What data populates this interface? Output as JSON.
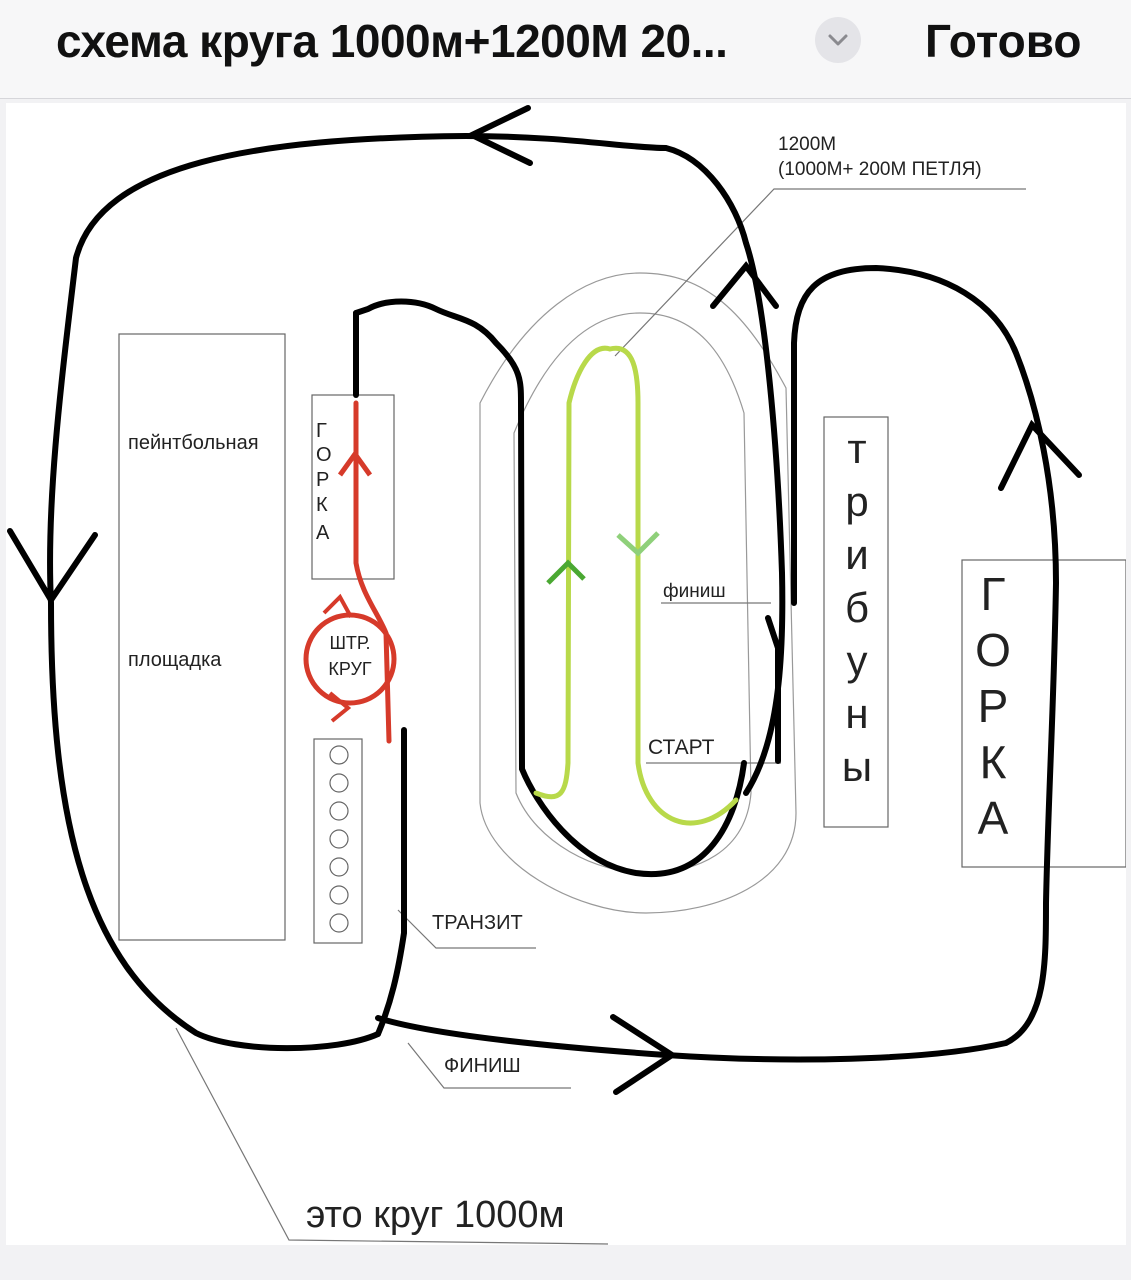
{
  "header": {
    "title": "схема круга 1000м+1200М 20...",
    "done_label": "Готово"
  },
  "map": {
    "label_1200": "1200М",
    "label_1200_sub": "(1000М+ 200М ПЕТЛЯ)",
    "paintball_1": "пейнтбольная",
    "paintball_2": "площадка",
    "hill_small": [
      "Г",
      "О",
      "Р",
      "К",
      "А"
    ],
    "penalty_1": "ШТР.",
    "penalty_2": "КРУГ",
    "finish_inner": "финиш",
    "start": "СТАРТ",
    "stands": [
      "т",
      "р",
      "и",
      "б",
      "у",
      "н",
      "ы"
    ],
    "hill_big": [
      "Г",
      "О",
      "Р",
      "К",
      "А"
    ],
    "transit": "ТРАНЗИТ",
    "finish_outer": "ФИНИШ",
    "loop_1000": "это круг 1000м"
  },
  "colors": {
    "track_black": "#000000",
    "penalty_red": "#d63a2a",
    "loop_green": "#b8d94a",
    "arrow_green_dark": "#4aa832",
    "arrow_green_light": "#8fd07a"
  }
}
